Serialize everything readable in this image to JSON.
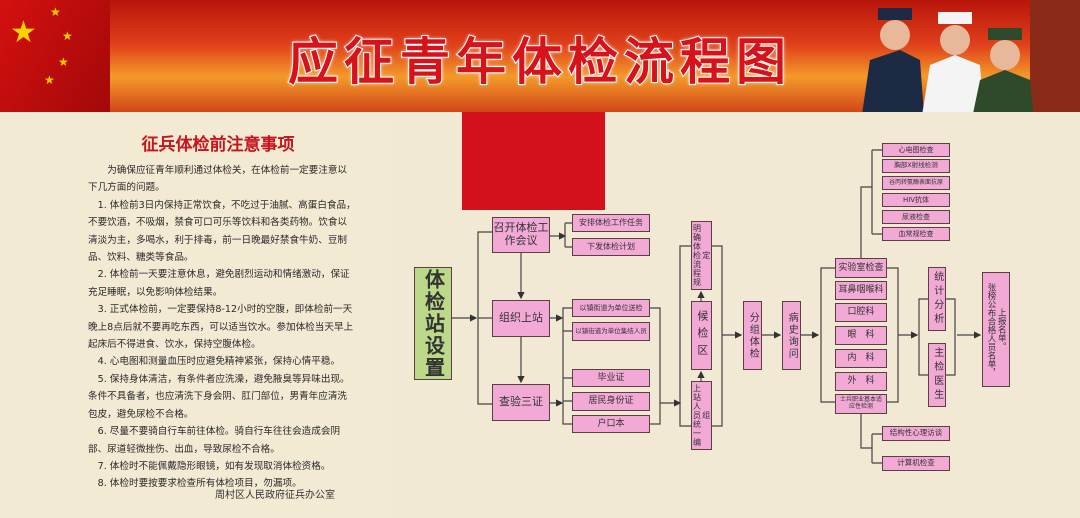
{
  "header": {
    "title": "应征青年体检流程图"
  },
  "notes": {
    "title": "征兵体检前注意事项",
    "intro": "为确保应征青年顺利通过体检关，在体检前一定要注意以下几方面的问题。",
    "items": [
      "1. 体检前3日内保持正常饮食，不吃过于油腻、高蛋白食品，不要饮酒，不吸烟，禁食可口可乐等饮料和各类药物。饮食以清淡为主，多喝水，利于排毒，前一日晚最好禁食牛奶、豆制品、饮料、糖类等食品。",
      "2. 体检前一天要注意休息，避免剧烈运动和情绪激动，保证充足睡眠，以免影响体检结果。",
      "3. 正式体检前，一定要保持8-12小时的空腹，即体检前一天晚上8点后就不要再吃东西，可以适当饮水。参加体检当天早上起床后不得进食、饮水，保持空腹体检。",
      "4. 心电图和测量血压时应避免精神紧张，保持心情平稳。",
      "5. 保持身体清洁，有条件者应洗澡，避免腋臭等异味出现。条件不具备者，也应清洗下身会阴、肛门部位，男青年应清洗包皮，避免尿检不合格。",
      "6. 尽量不要骑自行车前往体检。骑自行车往往会造成会阴部、尿道轻微挫伤、出血，导致尿检不合格。",
      "7. 体检时不能佩戴隐形眼镜，如有发现取消体检资格。",
      "8. 体检时要按要求检查所有体检项目，勿漏项。"
    ],
    "footer": "周村区人民政府征兵办公室"
  },
  "flow": {
    "start": "体检站设置",
    "meeting": "召开体检工作会议",
    "meeting_sub": [
      "安排体检工作任务",
      "下发体检计划"
    ],
    "organize": "组织上站",
    "organize_sub": [
      "以镇街道为单位送检",
      "以镇街道为单位集结人员"
    ],
    "verify": "查验三证",
    "verify_sub": [
      "毕业证",
      "居民身份证",
      "户口本"
    ],
    "waiting_col": [
      "明确体检流程规定",
      "候检区",
      "上站人员统一编组"
    ],
    "group": "分组体检",
    "history": "病史询问",
    "exams": [
      "实验室检查",
      "耳鼻咽喉科",
      "口腔科",
      "眼　科",
      "内　科",
      "外　科",
      "士兵职业基本适应性检测"
    ],
    "lab_items": [
      "心电图检查",
      "胸部X射线检测",
      "谷丙转氨酶表面抗原",
      "HIV抗体",
      "尿液检查",
      "血常规检查"
    ],
    "psych_items": [
      "结构性心理访谈",
      "计算机检查"
    ],
    "stats": "统计分析",
    "chief": "主检医生",
    "final": "张榜公布合格人员名单，上报名单。"
  },
  "colors": {
    "box": "#f2a9d6",
    "start_box": "#bcd98a",
    "title": "#d6121a"
  }
}
